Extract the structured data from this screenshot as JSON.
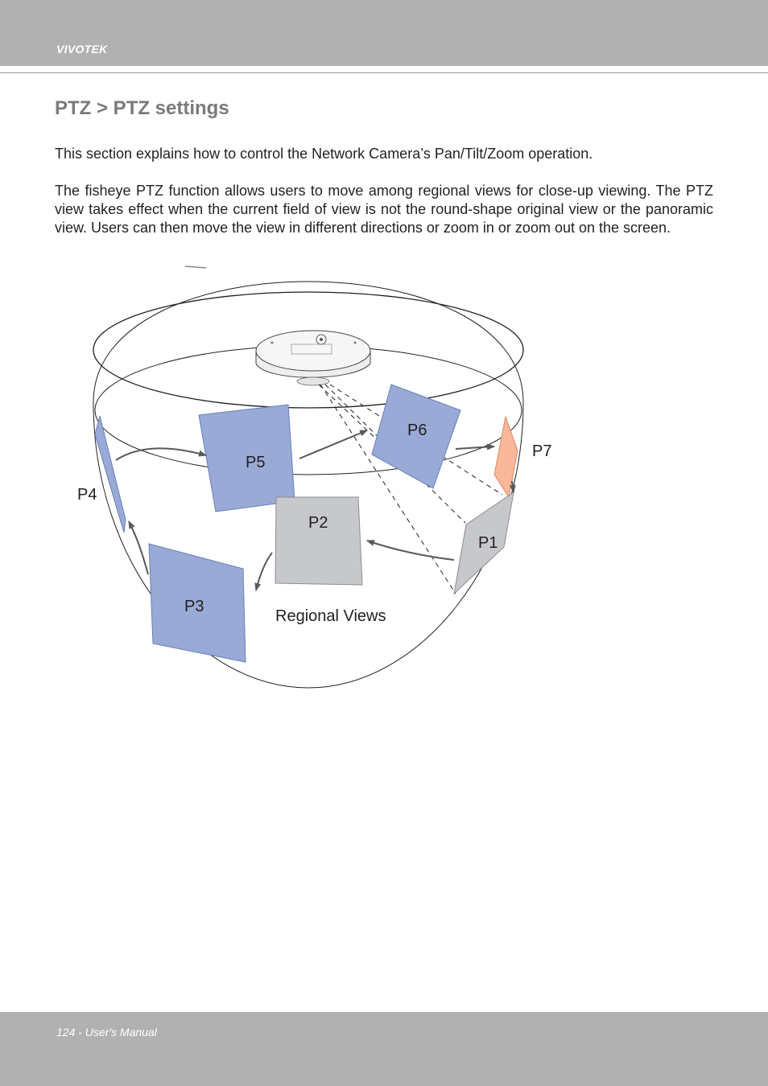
{
  "header": {
    "brand": "VIVOTEK"
  },
  "title": "PTZ > PTZ settings",
  "paragraphs": [
    "This section explains how to control the Network Camera’s Pan/Tilt/Zoom operation.",
    "The fisheye PTZ function allows users to move among regional views for close-up viewing. The PTZ view takes effect when the current field of view is not the round-shape original view or the panoramic view. Users can then move the view in different directions or zoom in or zoom out on the screen."
  ],
  "figure": {
    "views": {
      "p1": "P1",
      "p2": "P2",
      "p3": "P3",
      "p4": "P4",
      "p5": "P5",
      "p6": "P6",
      "p7": "P7"
    },
    "caption": "Regional Views",
    "colors": {
      "blue": "#98aad5",
      "gray": "#c6c8cc",
      "orange": "#f8b899",
      "arrow": "#58595b"
    }
  },
  "footer": {
    "page_label": "124 - User's Manual"
  }
}
